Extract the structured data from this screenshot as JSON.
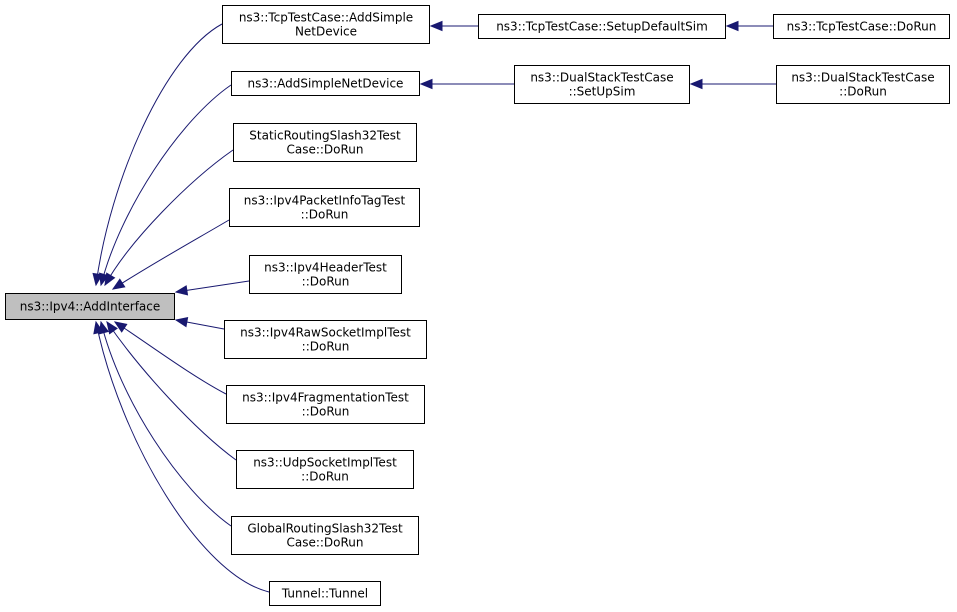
{
  "graph": {
    "nodes": [
      {
        "id": "root",
        "lines": [
          "ns3::Ipv4::AddInterface"
        ],
        "highlight": true
      },
      {
        "id": "tcp-add",
        "lines": [
          "ns3::TcpTestCase::AddSimple",
          "NetDevice"
        ]
      },
      {
        "id": "tcp-setup",
        "lines": [
          "ns3::TcpTestCase::SetupDefaultSim"
        ]
      },
      {
        "id": "tcp-dorun",
        "lines": [
          "ns3::TcpTestCase::DoRun"
        ]
      },
      {
        "id": "add-simple",
        "lines": [
          "ns3::AddSimpleNetDevice"
        ]
      },
      {
        "id": "dual-setup",
        "lines": [
          "ns3::DualStackTestCase",
          "::SetUpSim"
        ]
      },
      {
        "id": "dual-dorun",
        "lines": [
          "ns3::DualStackTestCase",
          "::DoRun"
        ]
      },
      {
        "id": "static-routing",
        "lines": [
          "StaticRoutingSlash32Test",
          "Case::DoRun"
        ]
      },
      {
        "id": "pkt-info",
        "lines": [
          "ns3::Ipv4PacketInfoTagTest",
          "::DoRun"
        ]
      },
      {
        "id": "header",
        "lines": [
          "ns3::Ipv4HeaderTest",
          "::DoRun"
        ]
      },
      {
        "id": "raw-socket",
        "lines": [
          "ns3::Ipv4RawSocketImplTest",
          "::DoRun"
        ]
      },
      {
        "id": "fragmentation",
        "lines": [
          "ns3::Ipv4FragmentationTest",
          "::DoRun"
        ]
      },
      {
        "id": "udp-socket",
        "lines": [
          "ns3::UdpSocketImplTest",
          "::DoRun"
        ]
      },
      {
        "id": "global-routing",
        "lines": [
          "GlobalRoutingSlash32Test",
          "Case::DoRun"
        ]
      },
      {
        "id": "tunnel",
        "lines": [
          "Tunnel::Tunnel"
        ]
      }
    ],
    "edges": [
      {
        "from": "tcp-add",
        "to": "root"
      },
      {
        "from": "add-simple",
        "to": "root"
      },
      {
        "from": "static-routing",
        "to": "root"
      },
      {
        "from": "pkt-info",
        "to": "root"
      },
      {
        "from": "header",
        "to": "root"
      },
      {
        "from": "raw-socket",
        "to": "root"
      },
      {
        "from": "fragmentation",
        "to": "root"
      },
      {
        "from": "udp-socket",
        "to": "root"
      },
      {
        "from": "global-routing",
        "to": "root"
      },
      {
        "from": "tunnel",
        "to": "root"
      },
      {
        "from": "tcp-setup",
        "to": "tcp-add"
      },
      {
        "from": "tcp-dorun",
        "to": "tcp-setup"
      },
      {
        "from": "dual-setup",
        "to": "add-simple"
      },
      {
        "from": "dual-dorun",
        "to": "dual-setup"
      }
    ],
    "colors": {
      "edge": "#191970",
      "root_fill": "#bfbfbf",
      "node_fill": "#ffffff",
      "border": "#000000"
    }
  }
}
